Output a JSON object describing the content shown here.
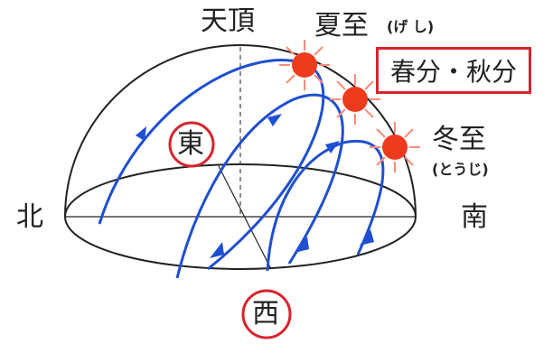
{
  "labels": {
    "zenith": "天頂",
    "summer": "夏至",
    "summer_reading": "(げ し)",
    "equinox": "春分・秋分",
    "winter": "冬至",
    "winter_reading": "(とうじ)",
    "east": "東",
    "west": "西",
    "north": "北",
    "south": "南"
  },
  "colors": {
    "sun": "#ee3b1e",
    "ray": "#ff8a7a",
    "path": "#1f4fd1",
    "circle_mark": "#d8242d",
    "line": "#222222"
  }
}
